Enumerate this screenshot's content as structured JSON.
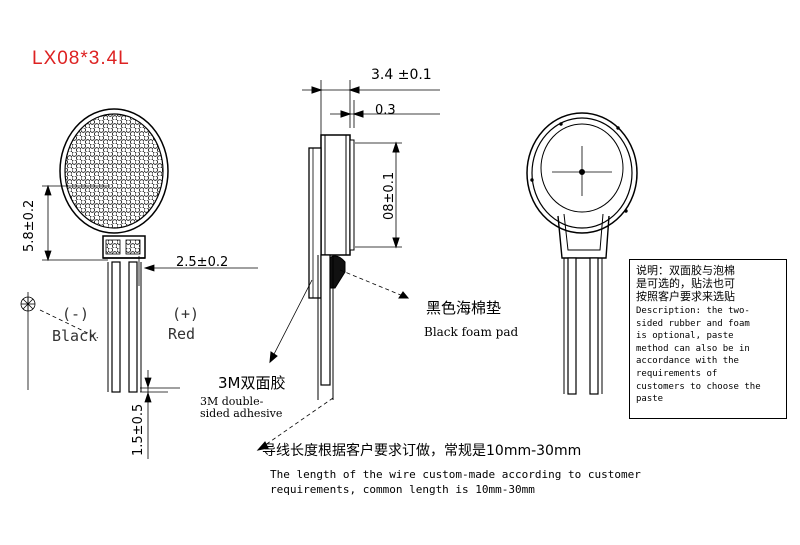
{
  "title": "LX08*3.4L",
  "dims": {
    "thickness": "3.4 ±0.1",
    "pad": "0.3",
    "diameter": "08±0.1",
    "height": "5.8±0.2",
    "pitch": "2.5±0.2",
    "lead": "1.5±0.5"
  },
  "leads": {
    "neg_symbol": "(-)",
    "neg_label": "Black",
    "pos_symbol": "(+)",
    "pos_label": "Red"
  },
  "callouts": {
    "adhesive_cn": "3M双面胶",
    "adhesive_en": "3M double-sided adhesive",
    "foam_cn": "黑色海棉垫",
    "foam_en": "Black foam pad"
  },
  "description": {
    "cn": "说明：双面胶与泡棉\n是可选的，贴法也可\n按照客户要求来选贴",
    "en": "Description: the two-\nsided rubber and foam\nis optional, paste\nmethod can also be in\naccordance with the\nrequirements of\ncustomers to choose the\npaste"
  },
  "note": {
    "cn": "导线长度根据客户要求订做，常规是10mm-30mm",
    "en": "The length of the wire custom-made according to customer\nrequirements, common length is 10mm-30mm"
  },
  "colors": {
    "title": "#dd2222",
    "line": "#000000"
  }
}
